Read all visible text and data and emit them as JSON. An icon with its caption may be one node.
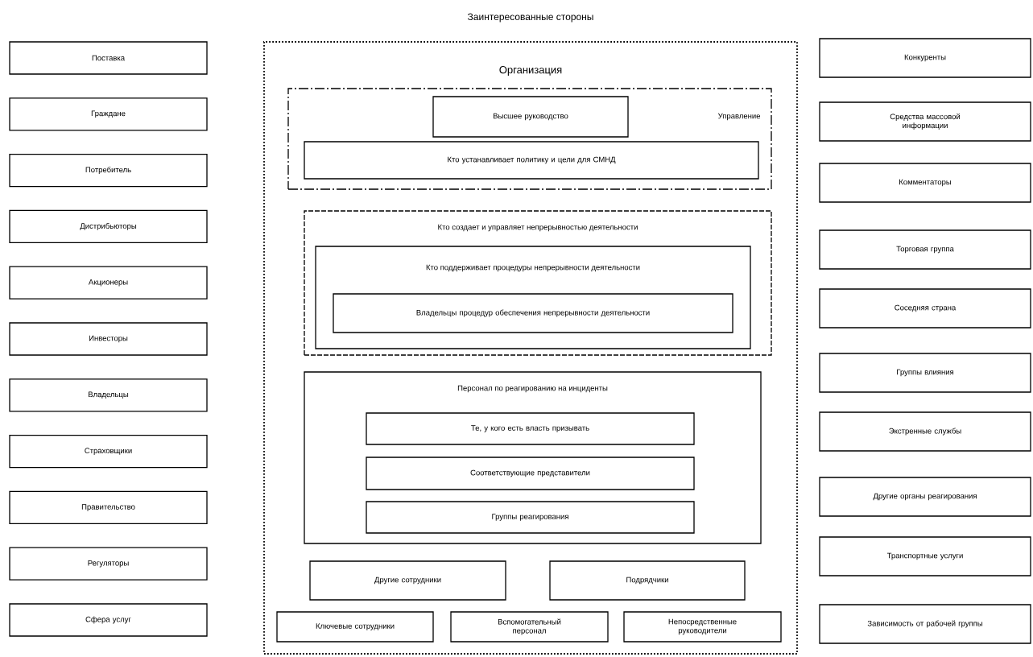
{
  "diagram": {
    "title": "Заинтересованные стороны",
    "nodes": [
      {
        "text": [
          "Поставка"
        ]
      },
      {
        "text": [
          "Граждане"
        ]
      },
      {
        "text": [
          "Потребитель"
        ]
      },
      {
        "text": [
          "Дистрибьюторы"
        ]
      },
      {
        "text": [
          "Акционеры"
        ]
      },
      {
        "text": [
          "Инвесторы"
        ]
      },
      {
        "text": [
          "Владельцы"
        ]
      },
      {
        "text": [
          "Страховщики"
        ]
      },
      {
        "text": [
          "Правительство"
        ]
      },
      {
        "text": [
          "Регуляторы"
        ]
      },
      {
        "text": [
          "Сфера услуг"
        ]
      },
      {
        "text": [
          "Организация"
        ]
      },
      {
        "text": [
          "Управление"
        ],
        "in": 11
      },
      {
        "text": [
          "Высшее руководство"
        ],
        "in": 12
      },
      {
        "text": [
          "Кто устанавливает политику и цели для СМНД"
        ],
        "in": 12
      },
      {
        "text": [
          "Кто создает и управляет непрерывностью деятельности"
        ],
        "in": 11
      },
      {
        "text": [
          "Кто поддерживает процедуры непрерывности деятельности"
        ],
        "in": 15
      },
      {
        "text": [
          "Владельцы процедур обеспечения непрерывности деятельности"
        ],
        "in": 16
      },
      {
        "text": [
          "Персонал по реагированию на инциденты"
        ],
        "in": 11
      },
      {
        "text": [
          "Те, у кого есть власть призывать"
        ],
        "in": 18
      },
      {
        "text": [
          "Соответствующие представители"
        ],
        "in": 18
      },
      {
        "text": [
          "Группы реагирования"
        ],
        "in": 18
      },
      {
        "text": [
          "Другие сотрудники"
        ],
        "in": 11
      },
      {
        "text": [
          "Подрядчики"
        ],
        "in": 11
      },
      {
        "text": [
          "Ключевые сотрудники"
        ],
        "in": 11
      },
      {
        "text": [
          "Вспомогательный персонал"
        ],
        "in": 11
      },
      {
        "text": [
          "Непосредственные руководители"
        ],
        "in": 11
      },
      {
        "text": [
          "Конкуренты"
        ]
      },
      {
        "text": [
          "Средства массовой информации"
        ]
      },
      {
        "text": [
          "Комментаторы"
        ]
      },
      {
        "text": [
          "Торговая группа"
        ]
      },
      {
        "text": [
          "Соседняя страна"
        ]
      },
      {
        "text": [
          "Группы влияния"
        ]
      },
      {
        "text": [
          "Экстренные службы"
        ]
      },
      {
        "text": [
          "Другие органы реагирования"
        ]
      },
      {
        "text": [
          "Транспортные услуги"
        ]
      },
      {
        "text": [
          "Зависимость от рабочей группы"
        ]
      }
    ],
    "edges": []
  }
}
